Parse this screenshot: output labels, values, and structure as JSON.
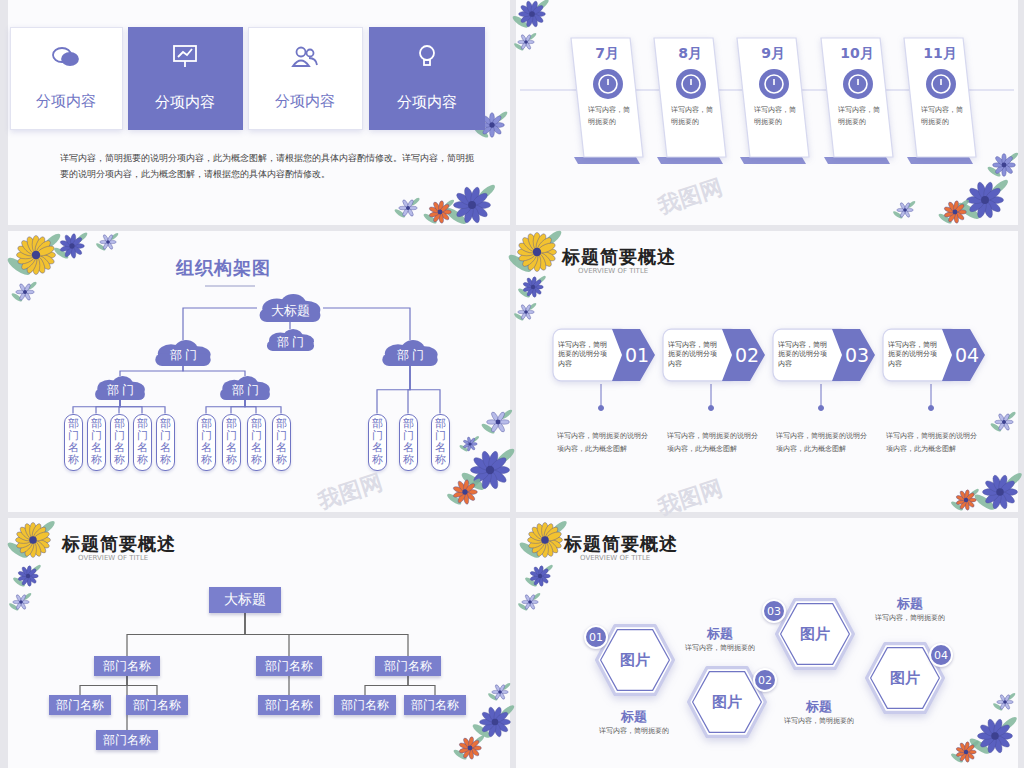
{
  "diagram": {
    "nodes": [
      {
        "text": [
          "分项内容"
        ]
      },
      {
        "text": [
          "分项内容"
        ]
      },
      {
        "text": [
          "分项内容"
        ]
      },
      {
        "text": [
          "分项内容"
        ]
      },
      {
        "text": [
          "7月",
          "详写内容，简明扼要的"
        ]
      },
      {
        "text": [
          "8月",
          "详写内容，简明扼要的"
        ]
      },
      {
        "text": [
          "9月",
          "详写内容，简明扼要的"
        ]
      },
      {
        "text": [
          "10月",
          "详写内容，简明扼要的"
        ]
      },
      {
        "text": [
          "11月",
          "详写内容，简明扼要的"
        ]
      },
      {
        "text": [
          "大标题"
        ]
      },
      {
        "text": [
          "部门"
        ]
      },
      {
        "text": [
          "部门"
        ]
      },
      {
        "text": [
          "部门"
        ]
      },
      {
        "text": [
          "部门"
        ]
      },
      {
        "text": [
          "部门"
        ]
      },
      {
        "text": [
          "部门名称"
        ]
      },
      {
        "text": [
          "部门名称"
        ]
      },
      {
        "text": [
          "部门名称"
        ]
      },
      {
        "text": [
          "部门名称"
        ]
      },
      {
        "text": [
          "部门名称"
        ]
      },
      {
        "text": [
          "部门名称"
        ]
      },
      {
        "text": [
          "部门名称"
        ]
      },
      {
        "text": [
          "部门名称"
        ]
      },
      {
        "text": [
          "部门名称"
        ]
      },
      {
        "text": [
          "部门名称"
        ]
      },
      {
        "text": [
          "部门名称"
        ]
      },
      {
        "text": [
          "部门名称"
        ]
      },
      {
        "text": [
          "详写内容，简明扼要的说明分项内容",
          "01"
        ]
      },
      {
        "text": [
          "详写内容，简明扼要的说明分项内容",
          "02"
        ]
      },
      {
        "text": [
          "详写内容，简明扼要的说明分项内容",
          "03"
        ]
      },
      {
        "text": [
          "详写内容，简明扼要的说明分项内容",
          "04"
        ]
      },
      {
        "text": [
          "大标题"
        ]
      },
      {
        "text": [
          "部门名称"
        ]
      },
      {
        "text": [
          "部门名称"
        ]
      },
      {
        "text": [
          "部门名称"
        ]
      },
      {
        "text": [
          "部门名称"
        ]
      },
      {
        "text": [
          "部门名称"
        ]
      },
      {
        "text": [
          "部门名称"
        ]
      },
      {
        "text": [
          "部门名称"
        ]
      },
      {
        "text": [
          "部门名称"
        ]
      },
      {
        "text": [
          "部门名称"
        ]
      },
      {
        "text": [
          "图片"
        ]
      },
      {
        "text": [
          "01"
        ]
      },
      {
        "text": [
          "图片"
        ]
      },
      {
        "text": [
          "02"
        ]
      },
      {
        "text": [
          "图片"
        ]
      },
      {
        "text": [
          "03"
        ]
      },
      {
        "text": [
          "图片"
        ]
      },
      {
        "text": [
          "04"
        ]
      }
    ],
    "edges": [
      {
        "from": 9,
        "to": 10,
        "arrow": "none"
      },
      {
        "from": 9,
        "to": 11,
        "arrow": "none"
      },
      {
        "from": 9,
        "to": 12,
        "arrow": "none"
      },
      {
        "from": 10,
        "to": 13,
        "arrow": "none"
      },
      {
        "from": 10,
        "to": 14,
        "arrow": "none"
      },
      {
        "from": 13,
        "to": 15,
        "arrow": "none"
      },
      {
        "from": 13,
        "to": 16,
        "arrow": "none"
      },
      {
        "from": 13,
        "to": 17,
        "arrow": "none"
      },
      {
        "from": 13,
        "to": 18,
        "arrow": "none"
      },
      {
        "from": 13,
        "to": 19,
        "arrow": "none"
      },
      {
        "from": 14,
        "to": 20,
        "arrow": "none"
      },
      {
        "from": 14,
        "to": 21,
        "arrow": "none"
      },
      {
        "from": 14,
        "to": 22,
        "arrow": "none"
      },
      {
        "from": 14,
        "to": 23,
        "arrow": "none"
      },
      {
        "from": 12,
        "to": 24,
        "arrow": "none"
      },
      {
        "from": 12,
        "to": 25,
        "arrow": "none"
      },
      {
        "from": 12,
        "to": 26,
        "arrow": "none"
      },
      {
        "from": 31,
        "to": 32,
        "arrow": "none"
      },
      {
        "from": 31,
        "to": 33,
        "arrow": "none"
      },
      {
        "from": 31,
        "to": 34,
        "arrow": "none"
      },
      {
        "from": 32,
        "to": 35,
        "arrow": "none"
      },
      {
        "from": 32,
        "to": 36,
        "arrow": "none"
      },
      {
        "from": 32,
        "to": 37,
        "arrow": "none"
      },
      {
        "from": 33,
        "to": 38,
        "arrow": "none"
      },
      {
        "from": 34,
        "to": 39,
        "arrow": "none"
      },
      {
        "from": 34,
        "to": 40,
        "arrow": "none"
      }
    ],
    "labels": [
      "详写内容，简明扼要的说明分项内容，此为概念图解，请根据您的具体内容酌情修改。详写内容，简明扼要的说明分项内容，此为概念图解，请根据您的具体内容酌情修改。",
      "组织构架图",
      "标题简要概述",
      "OVERVIEW OF TITLE",
      "详写内容，简明扼要的说明分项内容，此为概念图解",
      "详写内容，简明扼要的说明分项内容，此为概念图解",
      "详写内容，简明扼要的说明分项内容，此为概念图解",
      "详写内容，简明扼要的说明分项内容，此为概念图解",
      "标题简要概述",
      "OVERVIEW OF TITLE",
      "标题简要概述",
      "OVERVIEW OF TITLE",
      "标题",
      "详写内容，简明扼要的",
      "标题",
      "详写内容，简明扼要的",
      "标题",
      "详写内容，简明扼要的",
      "标题",
      "详写内容，简明扼要的",
      "我图网",
      "我图网",
      "我图网"
    ]
  }
}
